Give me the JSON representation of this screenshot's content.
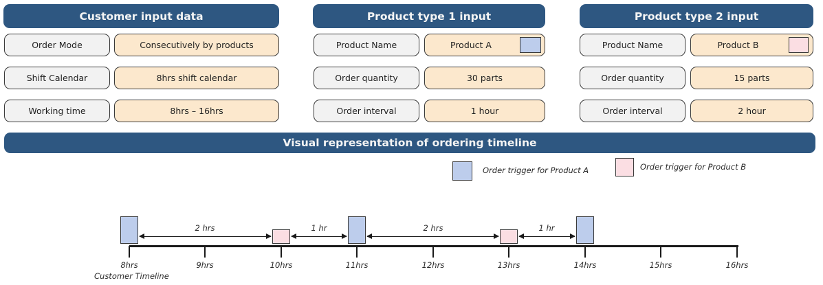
{
  "panels": [
    {
      "title": "Customer input data",
      "rows": [
        {
          "label": "Order Mode",
          "value": "Consecutively by products"
        },
        {
          "label": "Shift Calendar",
          "value": "8hrs shift calendar"
        },
        {
          "label": "Working time",
          "value": "8hrs – 16hrs"
        }
      ]
    },
    {
      "title": "Product type 1 input",
      "rows": [
        {
          "label": "Product Name",
          "value": "Product A",
          "swatch": "product-a-blue"
        },
        {
          "label": "Order quantity",
          "value": "30 parts"
        },
        {
          "label": "Order interval",
          "value": "1 hour"
        }
      ]
    },
    {
      "title": "Product type 2 input",
      "rows": [
        {
          "label": "Product Name",
          "value": "Product B",
          "swatch": "product-b-pink"
        },
        {
          "label": "Order quantity",
          "value": "15 parts"
        },
        {
          "label": "Order interval",
          "value": "2 hour"
        }
      ]
    }
  ],
  "banner": {
    "title": "Visual representation of ordering timeline"
  },
  "legend": [
    {
      "swatch": "product-a-blue",
      "label": "Order trigger for Product A"
    },
    {
      "swatch": "product-b-pink",
      "label": "Order trigger for Product B"
    }
  ],
  "timeline": {
    "axis_label": "Customer Timeline",
    "ticks": [
      "8hrs",
      "9hrs",
      "10hrs",
      "11hrs",
      "12hrs",
      "13hrs",
      "14hrs",
      "15hrs",
      "16hrs"
    ],
    "triggers": [
      {
        "product": "A",
        "at": "8hrs"
      },
      {
        "product": "B",
        "at": "10hrs"
      },
      {
        "product": "A",
        "at": "11hrs"
      },
      {
        "product": "B",
        "at": "13hrs"
      },
      {
        "product": "A",
        "at": "14hrs"
      }
    ],
    "intervals": [
      {
        "label": "2 hrs",
        "from": "8hrs",
        "to": "10hrs"
      },
      {
        "label": "1 hr",
        "from": "10hrs",
        "to": "11hrs"
      },
      {
        "label": "2 hrs",
        "from": "11hrs",
        "to": "13hrs"
      },
      {
        "label": "1 hr",
        "from": "13hrs",
        "to": "14hrs"
      }
    ]
  },
  "colors": {
    "header_blue": "#2e5781",
    "value_peach": "#fce8cd",
    "label_gray": "#f2f2f2",
    "product_a_blue": "#bdcdec",
    "product_b_pink": "#fbdee3",
    "border_dark": "#3a3a3a",
    "line_black": "#1a1a1a"
  }
}
